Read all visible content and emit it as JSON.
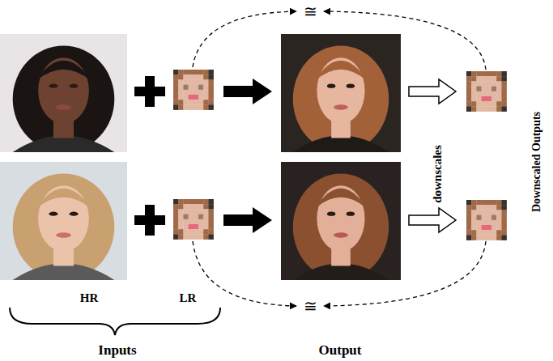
{
  "diagram": {
    "labels": [
      "≅",
      "downscales",
      "Downscaled Outputs",
      "HR",
      "LR",
      "≅",
      "Inputs",
      "Output"
    ]
  }
}
